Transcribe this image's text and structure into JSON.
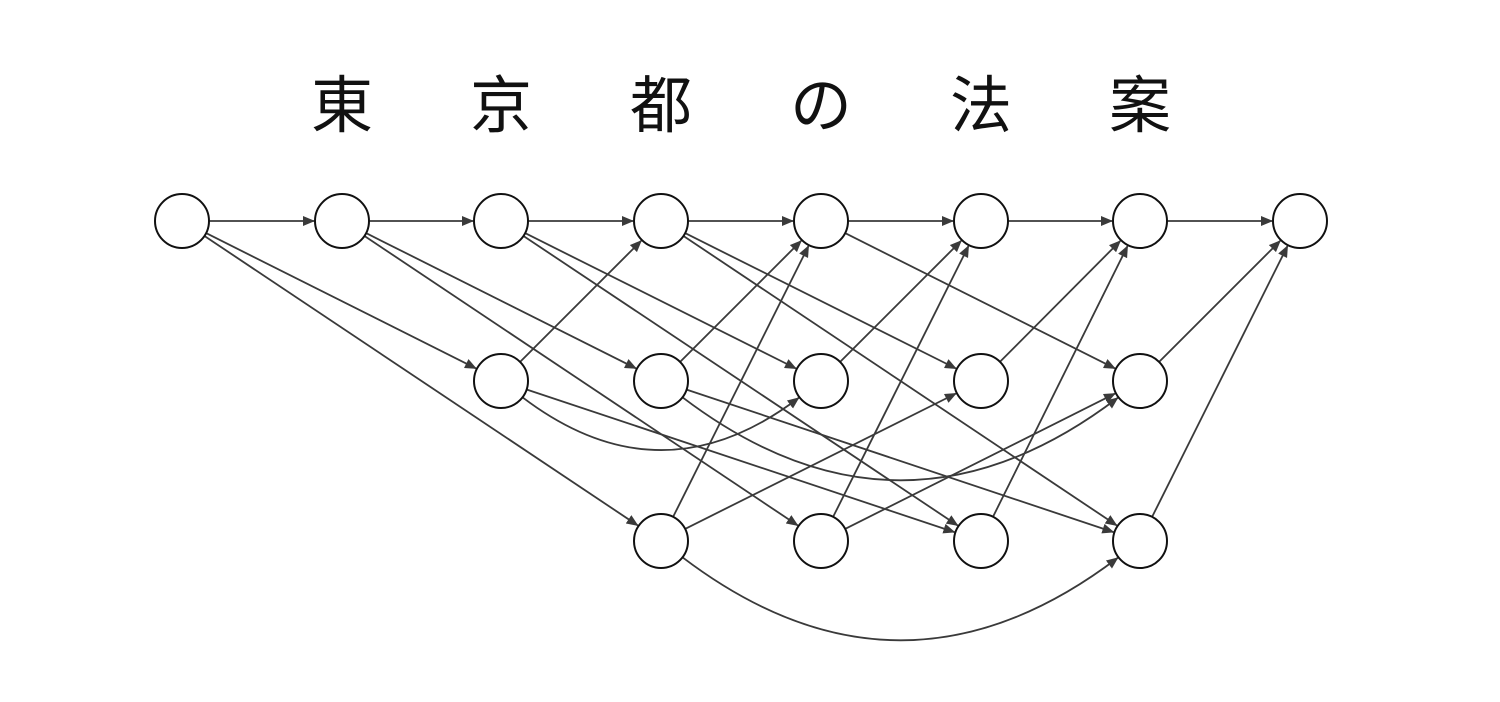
{
  "characters": [
    "東",
    "京",
    "都",
    "の",
    "法",
    "案"
  ],
  "colors": {
    "node_stroke": "#111111",
    "edge": "#3a3a3a",
    "background": "#ffffff"
  },
  "positions": [
    "0",
    "1",
    "2",
    "3",
    "4",
    "5",
    "6",
    "7"
  ],
  "nodes": [
    {
      "id": "A0"
    },
    {
      "id": "A1"
    },
    {
      "id": "A2"
    },
    {
      "id": "A3"
    },
    {
      "id": "A4"
    },
    {
      "id": "A5"
    },
    {
      "id": "A6"
    },
    {
      "id": "A7"
    },
    {
      "id": "B2"
    },
    {
      "id": "B3"
    },
    {
      "id": "B4"
    },
    {
      "id": "B5"
    },
    {
      "id": "B6"
    },
    {
      "id": "C3"
    },
    {
      "id": "C4"
    },
    {
      "id": "C5"
    },
    {
      "id": "C6"
    }
  ],
  "edges": [
    {
      "from": "A0",
      "to": "A1"
    },
    {
      "from": "A1",
      "to": "A2"
    },
    {
      "from": "A2",
      "to": "A3"
    },
    {
      "from": "A3",
      "to": "A4"
    },
    {
      "from": "A4",
      "to": "A5"
    },
    {
      "from": "A5",
      "to": "A6"
    },
    {
      "from": "A6",
      "to": "A7"
    },
    {
      "from": "A0",
      "to": "B2"
    },
    {
      "from": "A0",
      "to": "C3"
    },
    {
      "from": "A1",
      "to": "B3"
    },
    {
      "from": "A1",
      "to": "C4"
    },
    {
      "from": "A2",
      "to": "B4"
    },
    {
      "from": "A2",
      "to": "C5"
    },
    {
      "from": "A3",
      "to": "B5"
    },
    {
      "from": "A3",
      "to": "C6"
    },
    {
      "from": "A4",
      "to": "B6"
    },
    {
      "from": "B2",
      "to": "A3"
    },
    {
      "from": "B2",
      "to": "B4",
      "curve": true
    },
    {
      "from": "B2",
      "to": "C5"
    },
    {
      "from": "B3",
      "to": "A4"
    },
    {
      "from": "B3",
      "to": "B6",
      "curve": true
    },
    {
      "from": "B3",
      "to": "C6"
    },
    {
      "from": "B4",
      "to": "A5"
    },
    {
      "from": "B5",
      "to": "A6"
    },
    {
      "from": "B6",
      "to": "A7"
    },
    {
      "from": "C3",
      "to": "A4"
    },
    {
      "from": "C3",
      "to": "B5"
    },
    {
      "from": "C3",
      "to": "C6",
      "curve": true
    },
    {
      "from": "C4",
      "to": "A5"
    },
    {
      "from": "C4",
      "to": "B6"
    },
    {
      "from": "C5",
      "to": "A6"
    },
    {
      "from": "C6",
      "to": "A7"
    }
  ]
}
